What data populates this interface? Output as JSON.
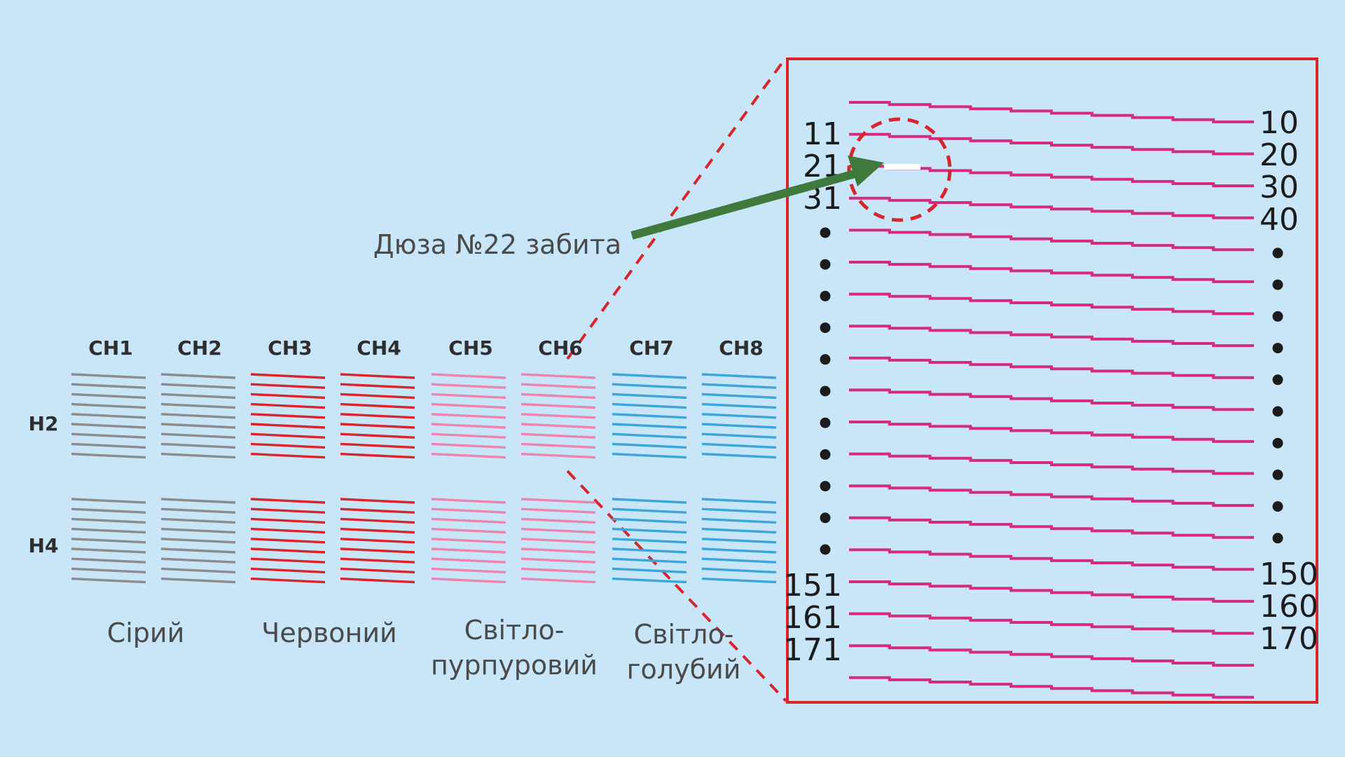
{
  "colors": {
    "background": "#c8e6f8",
    "gray": "#8c8c8c",
    "red": "#d9262b",
    "pink": "#ec85ad",
    "blue": "#3aa6dc",
    "magenta_line": "#d42a82",
    "frame_red": "#d8252c",
    "arrow_green": "#3f7a3c",
    "gap_white": "#ffffff",
    "dot": "#1c1c1c"
  },
  "channels": [
    {
      "label": "CH1",
      "color": "gray"
    },
    {
      "label": "CH2",
      "color": "gray"
    },
    {
      "label": "CH3",
      "color": "red"
    },
    {
      "label": "CH4",
      "color": "red"
    },
    {
      "label": "CH5",
      "color": "pink"
    },
    {
      "label": "CH6",
      "color": "pink"
    },
    {
      "label": "CH7",
      "color": "blue"
    },
    {
      "label": "CH8",
      "color": "blue"
    }
  ],
  "heads": [
    "H2",
    "H4"
  ],
  "color_groups": [
    {
      "lines": [
        "Сірий"
      ]
    },
    {
      "lines": [
        "Червоний"
      ]
    },
    {
      "lines": [
        "Світло-",
        "пурпуровий"
      ]
    },
    {
      "lines": [
        "Світло-",
        "голубий"
      ]
    }
  ],
  "annotation": {
    "text": "Дюза №22 забита",
    "clogged_nozzle": 22
  },
  "zoom": {
    "left_labels": [
      "11",
      "21",
      "31",
      "151",
      "161",
      "171"
    ],
    "right_labels": [
      "10",
      "20",
      "30",
      "40",
      "150",
      "160",
      "170"
    ],
    "left_dot_count": 11,
    "right_dot_count": 10
  }
}
